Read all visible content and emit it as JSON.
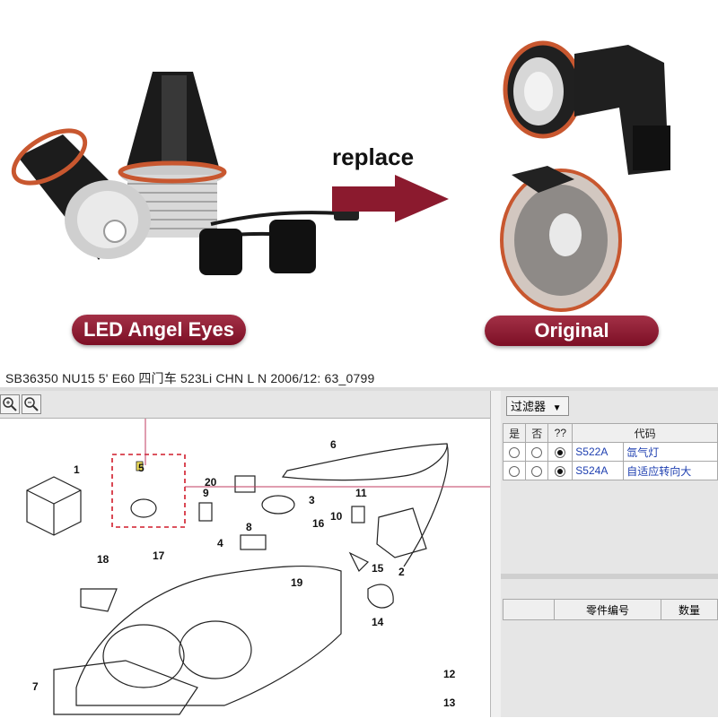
{
  "banner": {
    "replace_label": "replace",
    "left_label": "LED Angel Eyes",
    "right_label": "Original",
    "accent_color": "#8b1a2e"
  },
  "catalog": {
    "caption_prefix": "SB36350 NU15 5' E60 四门车 523Li CHN L N 2006/12: ",
    "caption_code": "63_0799",
    "toolbar": {
      "zoom_in_icon": "zoom-in-icon",
      "zoom_out_icon": "zoom-out-icon"
    },
    "filter": {
      "label": "过滤器"
    },
    "options_table": {
      "headers": [
        "是",
        "否",
        "??",
        "代码"
      ],
      "rows": [
        {
          "yes": false,
          "no": false,
          "q": true,
          "code": "S522A",
          "desc": "氙气灯"
        },
        {
          "yes": false,
          "no": false,
          "q": true,
          "code": "S524A",
          "desc": "自适应转向大"
        }
      ]
    },
    "parts_table": {
      "headers": [
        "零件编号",
        "数量"
      ]
    },
    "callouts": {
      "c1": "1",
      "c2": "2",
      "c3": "3",
      "c4": "4",
      "c5": "5",
      "c6": "6",
      "c7": "7",
      "c8": "8",
      "c9": "9",
      "c10": "10",
      "c11": "11",
      "c12": "12",
      "c13": "13",
      "c14": "14",
      "c15": "15",
      "c16": "16",
      "c17": "17",
      "c18": "18",
      "c19": "19",
      "c20": "20"
    }
  }
}
